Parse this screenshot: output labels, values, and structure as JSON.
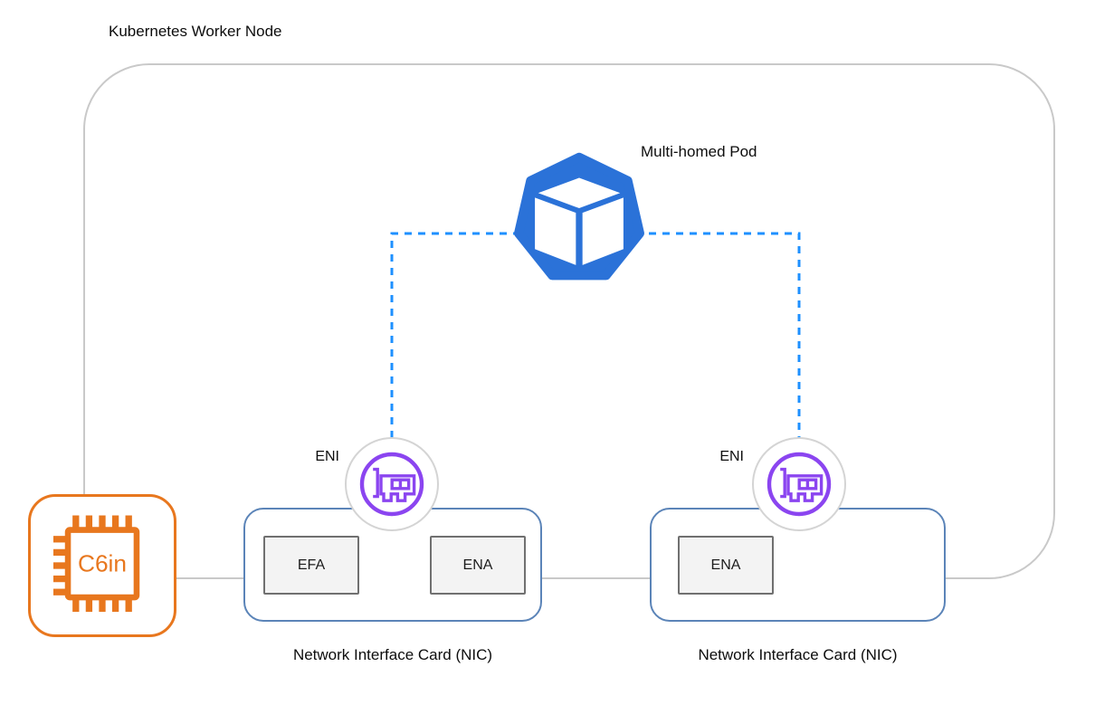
{
  "title": "Kubernetes Worker Node",
  "pod": {
    "label": "Multi-homed Pod"
  },
  "eni_left": {
    "label": "ENI"
  },
  "eni_right": {
    "label": "ENI"
  },
  "nic_left": {
    "label": "Network Interface Card (NIC)",
    "adapters": [
      "EFA",
      "ENA"
    ]
  },
  "nic_right": {
    "label": "Network Interface Card (NIC)",
    "adapters": [
      "ENA"
    ]
  },
  "instance": {
    "label": "C6in"
  },
  "colors": {
    "pod_blue": "#2b72d8",
    "dash_blue": "#1e90ff",
    "eni_purple": "#8b45f0",
    "nic_border_blue": "#5b84b8",
    "node_border_gray": "#c9c9c9",
    "instance_orange": "#e8771e"
  }
}
